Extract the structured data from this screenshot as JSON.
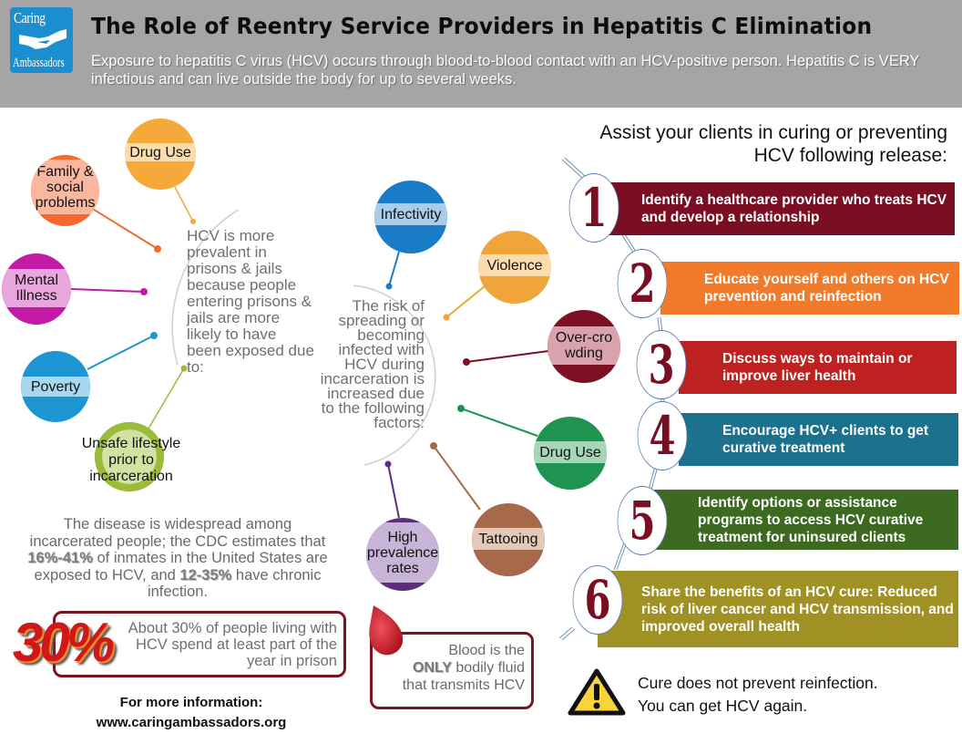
{
  "header": {
    "logo_line1": "Caring",
    "logo_line2": "Ambassadors",
    "title": "The Role of Reentry Service Providers  in Hepatitis  C Elimination",
    "subtitle": "Exposure to hepatitis C virus (HCV) occurs through blood-to-blood contact with an HCV-positive person.  Hepatitis C is VERY infectious and can live outside the body for up to several weeks."
  },
  "prevalence": {
    "center_text": "HCV is more prevalent in prisons & jails because people entering prisons & jails are more likely to have been exposed due to:",
    "factors": [
      {
        "label": "Drug Use",
        "color": "#f5a93a",
        "band": "#fbdcae"
      },
      {
        "label": "Family & social problems",
        "color": "#f26a2e",
        "band": "#f9b7a0"
      },
      {
        "label": "Mental Illness",
        "color": "#c31aa5",
        "band": "#e8a6dc"
      },
      {
        "label": "Poverty",
        "color": "#1c95d3",
        "band": "#a7d8ef"
      },
      {
        "label": "Unsafe lifestyle prior to incarceration",
        "color": "#9bbb3a",
        "band": "#d3e2a3"
      }
    ]
  },
  "risk": {
    "center_text": "The risk of spreading or becoming infected with HCV during incarceration is increased due to the following factors:",
    "factors": [
      {
        "label": "Infectivity",
        "color": "#1a7cc6",
        "band": "#a8cdea"
      },
      {
        "label": "Violence",
        "color": "#f0a53a",
        "band": "#fbdcae"
      },
      {
        "label": "Over-crowding",
        "color": "#7e1024",
        "band": "#d8a3ad"
      },
      {
        "label": "Drug Use",
        "color": "#1f9450",
        "band": "#a6d6b8"
      },
      {
        "label": "Tattooing",
        "color": "#a66a4a",
        "band": "#e3c9b8"
      },
      {
        "label": "High prevalence rates",
        "color": "#5e2e7e",
        "band": "#c8b4d6"
      }
    ]
  },
  "assist": {
    "title_line1": "Assist your clients in curing or preventing",
    "title_line2": "HCV following release:",
    "steps": [
      {
        "number": "1",
        "text": "Identify a healthcare provider who treats HCV and develop a relationship",
        "color": "#7a0f23"
      },
      {
        "number": "2",
        "text": "Educate yourself and others on HCV prevention and reinfection",
        "color": "#f27b2b"
      },
      {
        "number": "3",
        "text": "Discuss ways to maintain or improve liver health",
        "color": "#bd2220"
      },
      {
        "number": "4",
        "text": "Encourage HCV+ clients to get curative treatment",
        "color": "#1c718f"
      },
      {
        "number": "5",
        "text": "Identify options or assistance programs to access HCV curative treatment for uninsured clients",
        "color": "#3d6a21"
      },
      {
        "number": "6",
        "text": "Share the benefits of an HCV cure: Reduced risk of liver cancer and HCV transmission, and improved overall health",
        "color": "#a09124"
      }
    ]
  },
  "stats": {
    "p1": "The disease is widespread among incarcerated people; the CDC estimates that ",
    "exposed_range": "16%-41%",
    "p2": " of inmates in the United States are exposed to HCV, and ",
    "chronic_range": "12-35%",
    "p3": " have chronic infection."
  },
  "callout_30": {
    "big": "30%",
    "text": "About 30% of people living with HCV spend at least part of the year in prison"
  },
  "more_info": {
    "label": "For more information:",
    "url": "www.caringambassadors.org"
  },
  "blood": {
    "line1": "Blood is the",
    "only": "ONLY",
    "line2": " bodily fluid",
    "line3": "that transmits HCV"
  },
  "warning": {
    "icon": "warning-icon",
    "line1": "Cure does not prevent reinfection.",
    "line2": "You can get HCV again."
  }
}
